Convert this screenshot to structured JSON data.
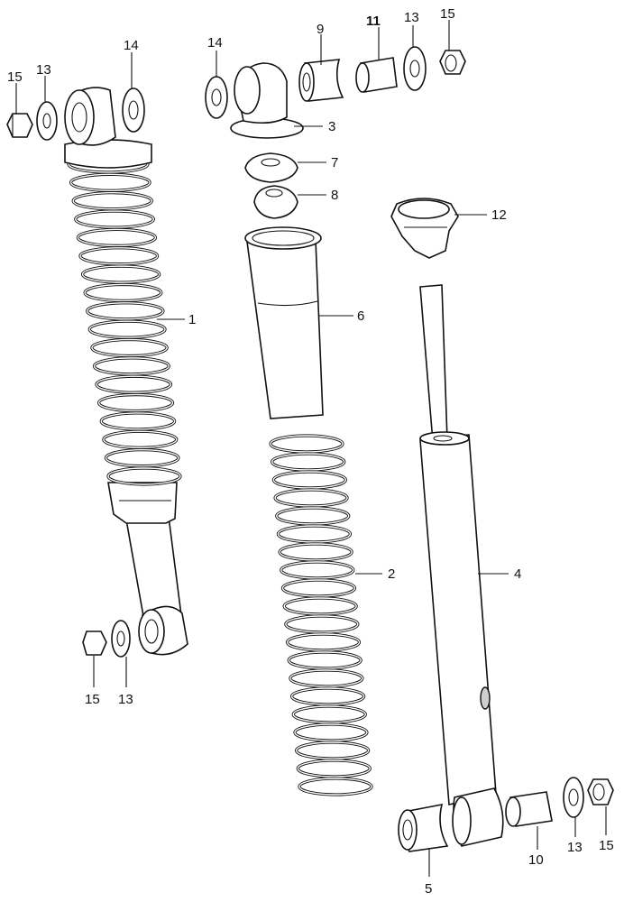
{
  "callouts": {
    "c1": "1",
    "c2": "2",
    "c3": "3",
    "c4": "4",
    "c5": "5",
    "c6": "6",
    "c7": "7",
    "c8": "8",
    "c9": "9",
    "c10": "10",
    "c11": "11",
    "c12": "12",
    "c13_top_left": "13",
    "c13_top_right": "13",
    "c13_bottom_left": "13",
    "c13_bottom_right": "13",
    "c14_left": "14",
    "c14_center": "14",
    "c15_top_left": "15",
    "c15_top_right": "15",
    "c15_bottom_left": "15",
    "c15_bottom_right": "15"
  }
}
